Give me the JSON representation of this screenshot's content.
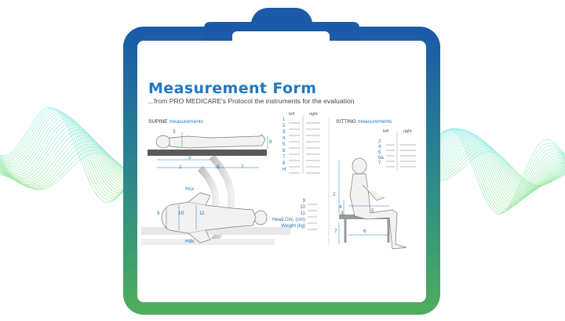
{
  "form": {
    "title": "Measurement Form",
    "subtitle": "...from PRO MEDICARE's Protocol the instruments for the evaluation"
  },
  "supine": {
    "label_plain": "SUPINE ",
    "label_accent": "measurements",
    "col_left": "left",
    "col_right": "right",
    "rows": [
      "1",
      "2",
      "3",
      "4",
      "5",
      "6",
      "7",
      "8",
      "H"
    ],
    "dims": [
      "1",
      "2",
      "3",
      "8",
      "7",
      "8"
    ]
  },
  "sitting": {
    "label_plain": "SITTING ",
    "label_accent": "measurements",
    "col_left": "left",
    "col_right": "right",
    "rows": [
      "2",
      "4",
      "5",
      "6a",
      "7"
    ],
    "dims": [
      "2",
      "4",
      "5",
      "3",
      "7",
      "6"
    ]
  },
  "front": {
    "rows": [
      "9",
      "10",
      "11",
      "Head Circ. (cm)",
      "Weight (kg)"
    ],
    "hip_top": "Hcx",
    "hip_bottom": "Hdx",
    "dims": [
      "9",
      "10",
      "11"
    ]
  },
  "colors": {
    "frame_top": "#1a5aa8",
    "frame_bottom": "#4fae5a",
    "accent": "#1f78c3",
    "wave": "#2fd0a0"
  }
}
